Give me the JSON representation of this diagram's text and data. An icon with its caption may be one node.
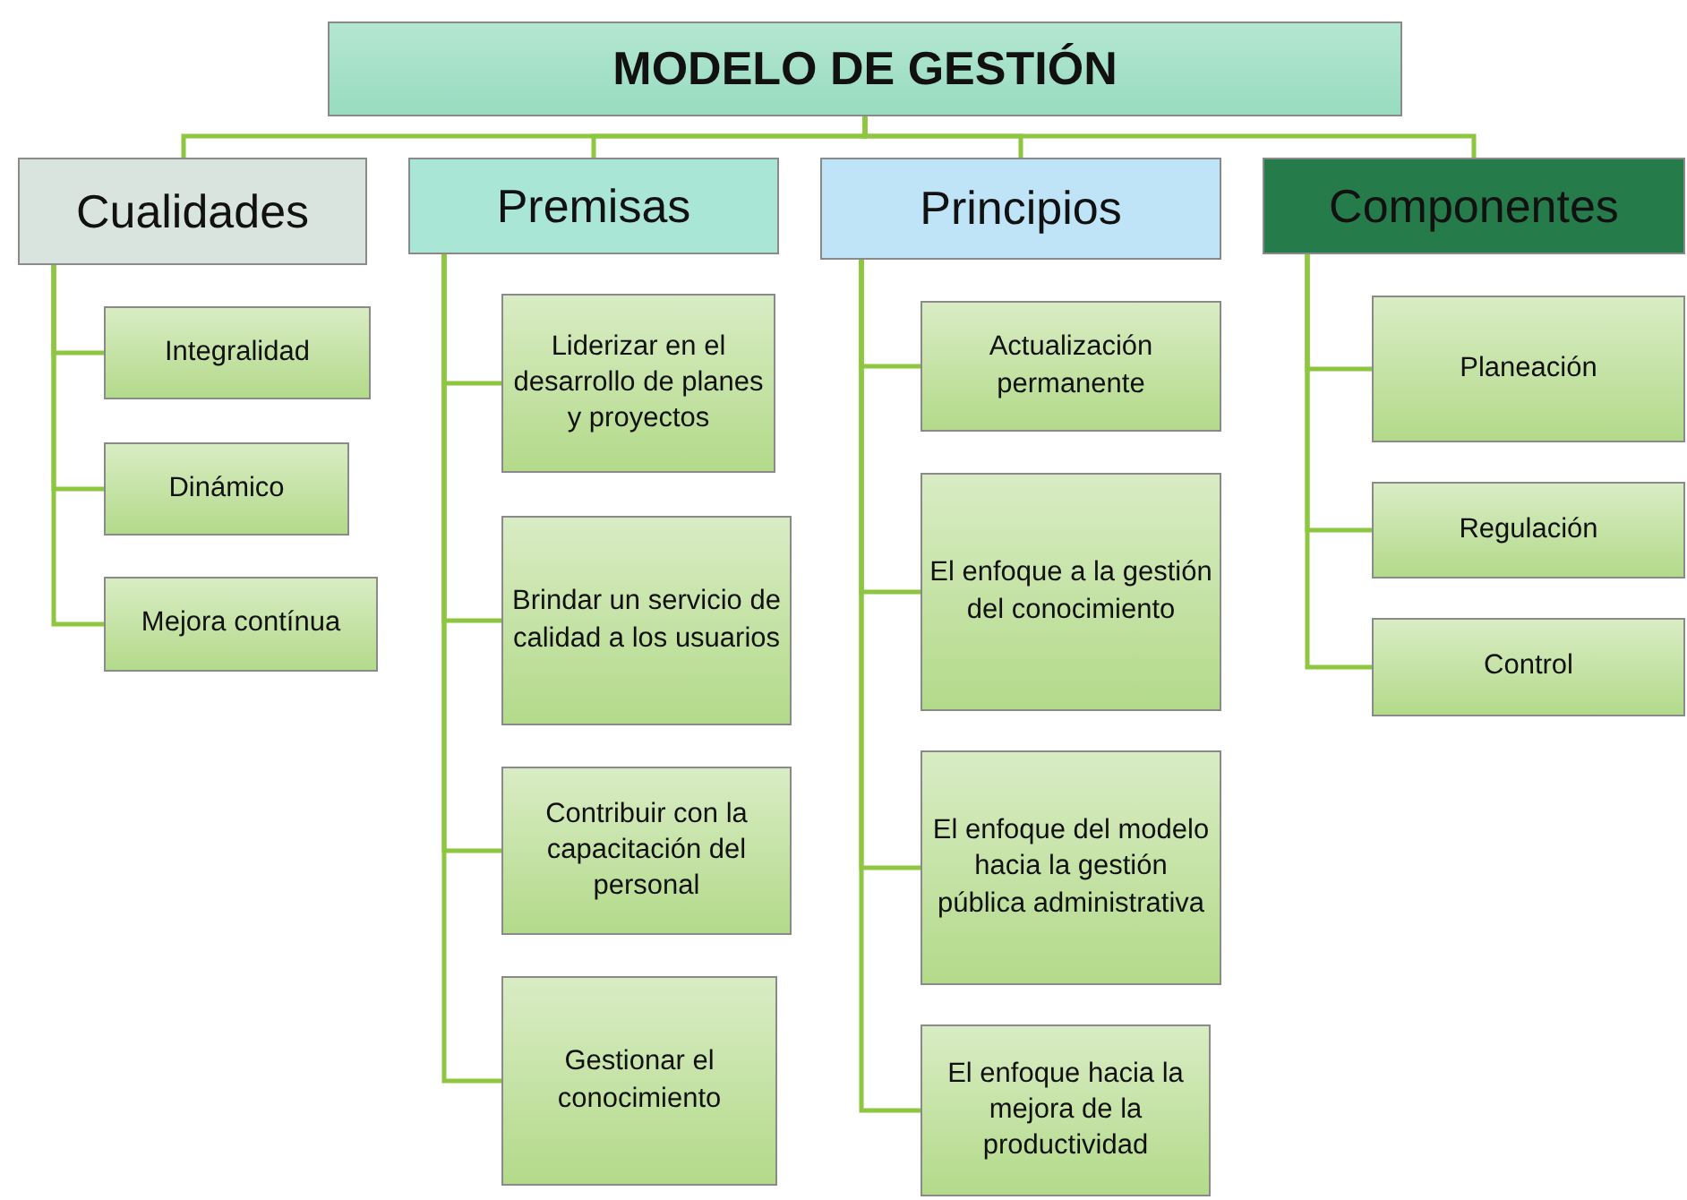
{
  "diagram": {
    "nodes": [
      {
        "text": [
          "MODELO DE GESTIÓN"
        ]
      },
      {
        "text": [
          "Cualidades"
        ]
      },
      {
        "text": [
          "Integralidad"
        ]
      },
      {
        "text": [
          "Dinámico"
        ]
      },
      {
        "text": [
          "Mejora contínua"
        ]
      },
      {
        "text": [
          "Premisas"
        ]
      },
      {
        "text": [
          "Liderizar en el desarrollo de planes y proyectos"
        ]
      },
      {
        "text": [
          "Brindar un servicio de calidad a los usuarios"
        ]
      },
      {
        "text": [
          "Contribuir con la capacitación del personal"
        ]
      },
      {
        "text": [
          "Gestionar el conocimiento"
        ]
      },
      {
        "text": [
          "Principios"
        ]
      },
      {
        "text": [
          "Actualización permanente"
        ]
      },
      {
        "text": [
          "El enfoque a la gestión del conocimiento"
        ]
      },
      {
        "text": [
          "El enfoque del modelo hacia la gestión pública administrativa"
        ]
      },
      {
        "text": [
          "El enfoque hacia la mejora de la productividad"
        ]
      },
      {
        "text": [
          "Componentes"
        ]
      },
      {
        "text": [
          "Planeación"
        ]
      },
      {
        "text": [
          "Regulación"
        ]
      },
      {
        "text": [
          "Control"
        ]
      }
    ],
    "edges": [
      {
        "from": 0,
        "to": 1,
        "arrow": "none"
      },
      {
        "from": 0,
        "to": 5,
        "arrow": "none"
      },
      {
        "from": 0,
        "to": 10,
        "arrow": "none"
      },
      {
        "from": 0,
        "to": 15,
        "arrow": "none"
      },
      {
        "from": 1,
        "to": 2,
        "arrow": "none"
      },
      {
        "from": 1,
        "to": 3,
        "arrow": "none"
      },
      {
        "from": 1,
        "to": 4,
        "arrow": "none"
      },
      {
        "from": 5,
        "to": 6,
        "arrow": "none"
      },
      {
        "from": 5,
        "to": 7,
        "arrow": "none"
      },
      {
        "from": 5,
        "to": 8,
        "arrow": "none"
      },
      {
        "from": 5,
        "to": 9,
        "arrow": "none"
      },
      {
        "from": 10,
        "to": 11,
        "arrow": "none"
      },
      {
        "from": 10,
        "to": 12,
        "arrow": "none"
      },
      {
        "from": 10,
        "to": 13,
        "arrow": "none"
      },
      {
        "from": 10,
        "to": 14,
        "arrow": "none"
      },
      {
        "from": 15,
        "to": 16,
        "arrow": "none"
      },
      {
        "from": 15,
        "to": 17,
        "arrow": "none"
      },
      {
        "from": 15,
        "to": 18,
        "arrow": "none"
      }
    ]
  }
}
